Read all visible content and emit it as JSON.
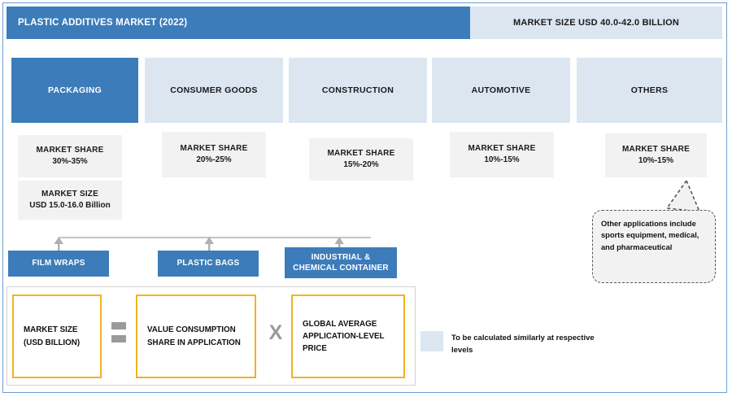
{
  "header": {
    "title": "PLASTIC ADDITIVES MARKET (2022)",
    "market_size": "MARKET SIZE USD 40.0-42.0 BILLION"
  },
  "categories": [
    {
      "label": "PACKAGING",
      "selected": true
    },
    {
      "label": "CONSUMER GOODS",
      "selected": false
    },
    {
      "label": "CONSTRUCTION",
      "selected": false
    },
    {
      "label": "AUTOMOTIVE",
      "selected": false
    },
    {
      "label": "OTHERS",
      "selected": false
    }
  ],
  "market_share": [
    {
      "title": "MARKET SHARE",
      "value": "30%-35%"
    },
    {
      "title": "MARKET SHARE",
      "value": "20%-25%"
    },
    {
      "title": "MARKET SHARE",
      "value": "15%-20%"
    },
    {
      "title": "MARKET SHARE",
      "value": "10%-15%"
    },
    {
      "title": "MARKET SHARE",
      "value": "10%-15%"
    }
  ],
  "market_size_box": {
    "title": "MARKET SIZE",
    "value": "USD 15.0-16.0 Billion"
  },
  "callout": {
    "text": "Other applications include sports equipment, medical, and pharmaceutical"
  },
  "products": [
    {
      "label": "FILM WRAPS"
    },
    {
      "label": "PLASTIC BAGS"
    },
    {
      "label": "INDUSTRIAL & CHEMICAL CONTAINER"
    }
  ],
  "formula": {
    "terms": [
      "MARKET SIZE (USD BILLION)",
      "VALUE CONSUMPTION SHARE IN APPLICATION",
      "GLOBAL AVERAGE APPLICATION-LEVEL PRICE"
    ],
    "operator_equals": "=",
    "operator_multiply": "X"
  },
  "legend": {
    "text": "To be calculated similarly at respective levels"
  },
  "colors": {
    "brand_blue": "#3d7cba",
    "light_blue": "#dce6f1",
    "grey_box": "#f2f2f2",
    "accent_orange": "#f0b323",
    "operator_grey": "#9a9a9a",
    "frame_border": "#6b9fd0"
  }
}
